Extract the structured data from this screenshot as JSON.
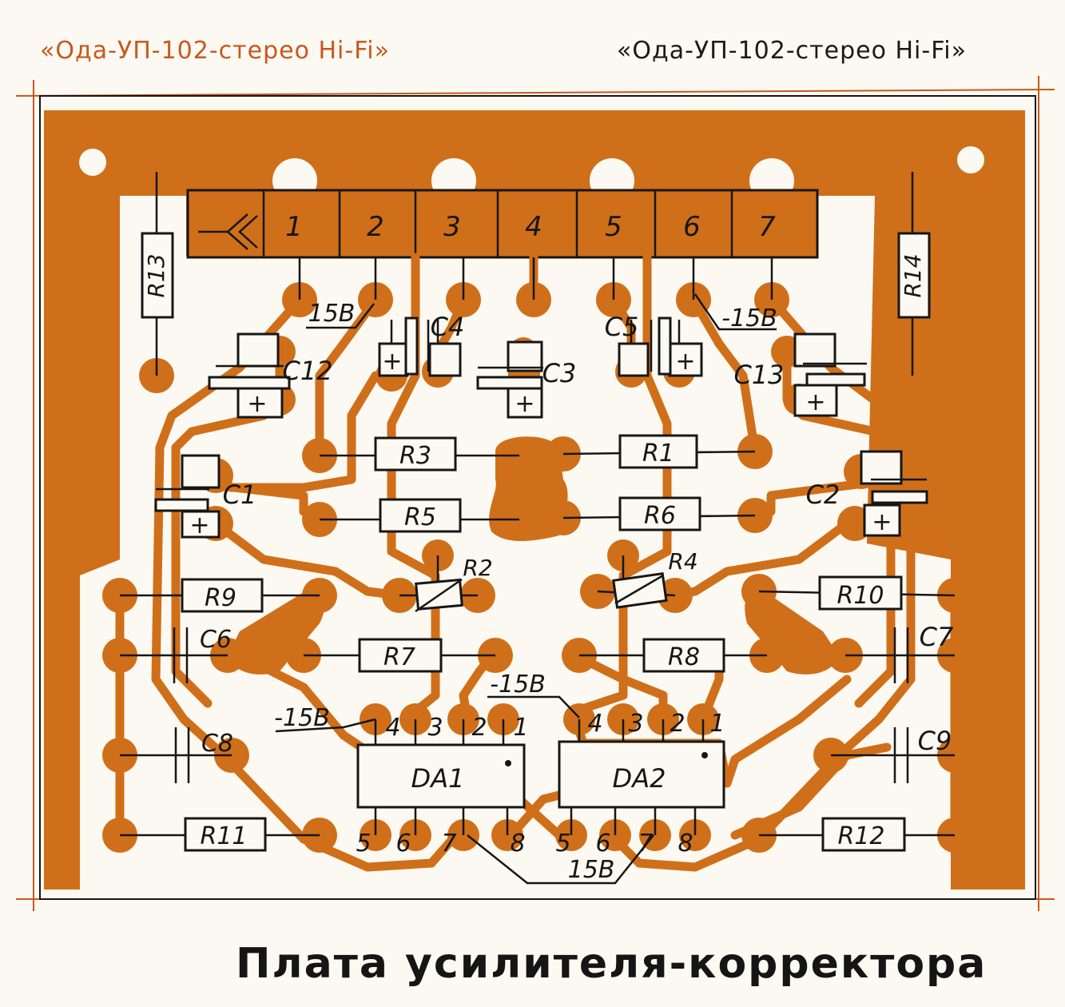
{
  "header": {
    "left": "«Ода-УП-102-стерео Hi-Fi»",
    "right": "«Ода-УП-102-стерео Hi-Fi»"
  },
  "caption": "Плата усилителя-корректора",
  "colors": {
    "copper": "#d06f1a",
    "paper": "#fbf9f1",
    "ink": "#161616"
  },
  "connector": {
    "ground_symbol": "ground-icon",
    "pins": [
      "1",
      "2",
      "3",
      "4",
      "5",
      "6",
      "7"
    ]
  },
  "resistors": {
    "r1": "R1",
    "r2": "R2",
    "r3": "R3",
    "r4": "R4",
    "r5": "R5",
    "r6": "R6",
    "r7": "R7",
    "r8": "R8",
    "r9": "R9",
    "r10": "R10",
    "r11": "R11",
    "r12": "R12",
    "r13": "R13",
    "r14": "R14"
  },
  "capacitors": {
    "c1": "C1",
    "c2": "C2",
    "c3": "C3",
    "c4": "C4",
    "c5": "C5",
    "c6": "C6",
    "c7": "C7",
    "c8": "C8",
    "c9": "C9",
    "c12": "C12",
    "c13": "C13",
    "plus": "+"
  },
  "ics": {
    "da1": "DA1",
    "da2": "DA2",
    "pins_top": [
      "4",
      "3",
      "2",
      "1"
    ],
    "pins_bottom": [
      "5",
      "6",
      "7",
      "8"
    ]
  },
  "voltages": {
    "v_pos_left": "15В",
    "v_neg_right": "-15В",
    "v_neg_da2": "-15В",
    "v_neg_da1": "-15В",
    "v_pos_bottom": "15В"
  }
}
